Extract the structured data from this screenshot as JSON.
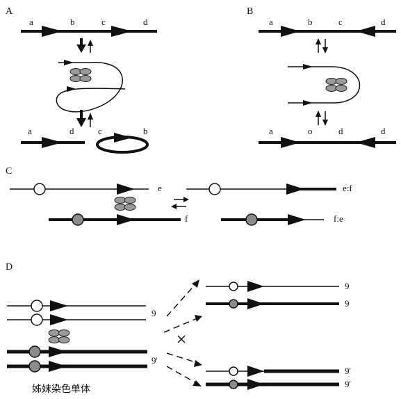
{
  "panels": {
    "A": {
      "label": "A",
      "top_labels": [
        "a",
        "b",
        "c",
        "d"
      ],
      "bottom_labels": [
        "a",
        "d",
        "c",
        "b"
      ]
    },
    "B": {
      "label": "B",
      "top_labels": [
        "a",
        "b",
        "c",
        "d"
      ],
      "bottom_labels": [
        "a",
        "o",
        "d",
        "d"
      ]
    },
    "C": {
      "label": "C",
      "left_labels": [
        "e",
        "f"
      ],
      "right_labels": [
        "e:f",
        "f:e"
      ]
    },
    "D": {
      "label": "D",
      "left_labels": [
        "9",
        "9'"
      ],
      "right_labels": [
        "9",
        "9",
        "9'",
        "9'"
      ],
      "caption": "姊妹染色单体"
    }
  },
  "colors": {
    "line": "#111111",
    "protein_fill": "#9a9a9a",
    "centromere_fill": "#8c8c8c",
    "open_circle_fill": "#ffffff"
  }
}
